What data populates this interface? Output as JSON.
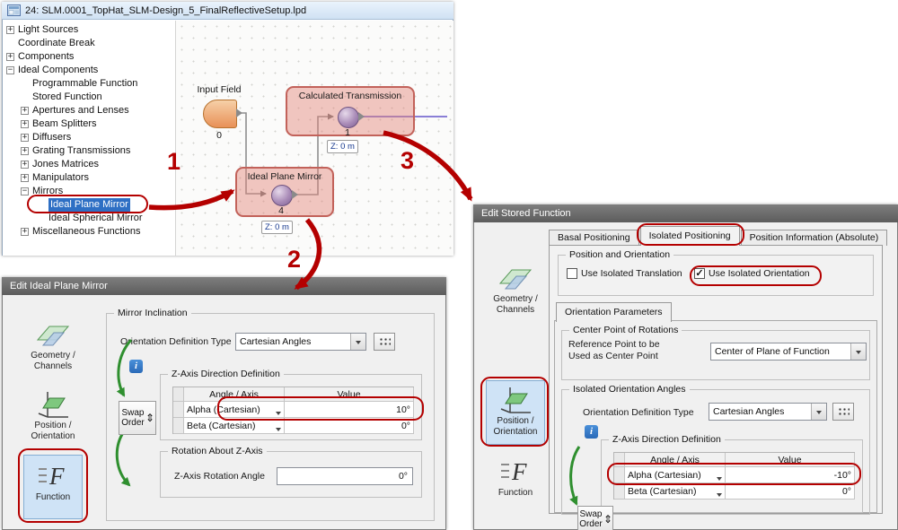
{
  "icons": {
    "plus": "+",
    "minus": "−",
    "check": "✓",
    "info": "i",
    "swap": "⇕"
  },
  "steps": {
    "one": "1",
    "two": "2",
    "three": "3"
  },
  "main_window": {
    "title": "24: SLM.0001_TopHat_SLM-Design_5_FinalReflectiveSetup.lpd",
    "tree": {
      "items": [
        {
          "label": "Light Sources"
        },
        {
          "label": "Coordinate Break"
        },
        {
          "label": "Components"
        },
        {
          "label": "Ideal Components"
        },
        {
          "label": "Programmable Function"
        },
        {
          "label": "Stored Function"
        },
        {
          "label": "Apertures and Lenses"
        },
        {
          "label": "Beam Splitters"
        },
        {
          "label": "Diffusers"
        },
        {
          "label": "Grating Transmissions"
        },
        {
          "label": "Jones Matrices"
        },
        {
          "label": "Manipulators"
        },
        {
          "label": "Mirrors"
        },
        {
          "label": "Ideal Plane Mirror"
        },
        {
          "label": "Ideal Spherical Mirror"
        },
        {
          "label": "Miscellaneous Functions"
        }
      ]
    },
    "canvas": {
      "input_node": {
        "label": "Input Field",
        "index": "0"
      },
      "transmission_node": {
        "label": "Calculated Transmission",
        "index": "1",
        "z_badge": "Z: 0 m"
      },
      "mirror_node": {
        "label": "Ideal Plane Mirror",
        "index": "4",
        "z_badge": "Z: 0 m"
      }
    }
  },
  "mirror_dialog": {
    "title": "Edit Ideal Plane Mirror",
    "sidebar": {
      "geometry": {
        "line1": "Geometry /",
        "line2": "Channels"
      },
      "position": {
        "line1": "Position /",
        "line2": "Orientation"
      },
      "function": {
        "line1": "Function"
      }
    },
    "inclination_group": "Mirror Inclination",
    "orientation_type_label": "Orientation Definition Type",
    "orientation_type_value": "Cartesian Angles",
    "zaxis_group": "Z-Axis Direction Definition",
    "table": {
      "col_angle": "Angle / Axis",
      "col_value": "Value",
      "rows": [
        {
          "angle": "Alpha (Cartesian)",
          "value": "10°"
        },
        {
          "angle": "Beta (Cartesian)",
          "value": "0°"
        }
      ]
    },
    "swap_button": "Swap Order",
    "rotation_group": "Rotation About Z-Axis",
    "rotation_label": "Z-Axis Rotation Angle",
    "rotation_value": "0°"
  },
  "stored_dialog": {
    "title": "Edit Stored Function",
    "tabs": [
      {
        "label": "Basal Positioning"
      },
      {
        "label": "Isolated Positioning"
      },
      {
        "label": "Position Information (Absolute)"
      }
    ],
    "position_group": "Position and Orientation",
    "translation_checkbox": "Use Isolated Translation",
    "orientation_checkbox": "Use Isolated Orientation",
    "subtab": "Orientation Parameters",
    "center_group": "Center Point of Rotations",
    "reference_label_line1": "Reference Point to be",
    "reference_label_line2": "Used as Center Point",
    "reference_value": "Center of Plane of Function",
    "angles_group": "Isolated Orientation Angles",
    "orientation_type_label": "Orientation Definition Type",
    "orientation_type_value": "Cartesian Angles",
    "zaxis_group": "Z-Axis Direction Definition",
    "table": {
      "col_angle": "Angle / Axis",
      "col_value": "Value",
      "rows": [
        {
          "angle": "Alpha (Cartesian)",
          "value": "-10°"
        },
        {
          "angle": "Beta (Cartesian)",
          "value": "0°"
        }
      ]
    },
    "swap_button": "Swap Order",
    "sidebar": {
      "geometry": {
        "line1": "Geometry /",
        "line2": "Channels"
      },
      "position": {
        "line1": "Position /",
        "line2": "Orientation"
      },
      "function": {
        "line1": "Function"
      }
    }
  }
}
